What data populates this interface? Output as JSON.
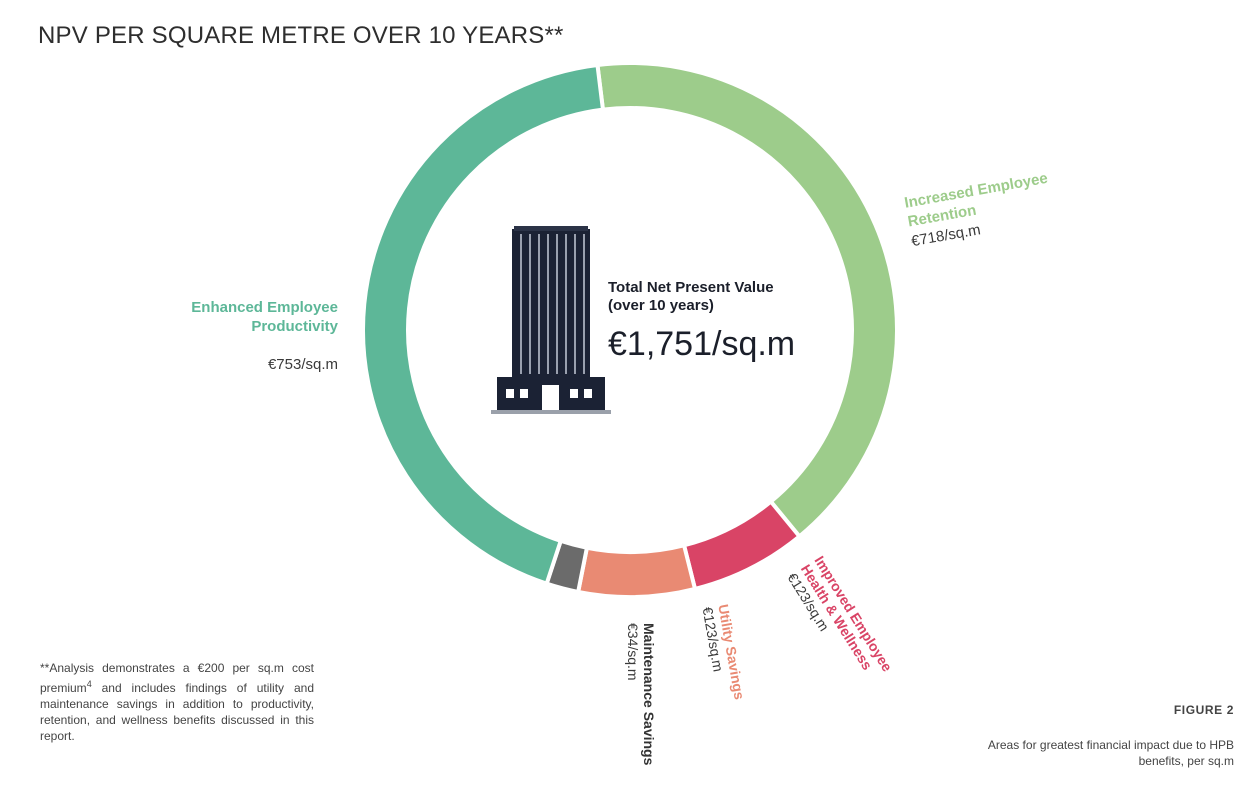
{
  "chart_data": {
    "type": "pie",
    "title": "NPV PER SQUARE METRE OVER 10 YEARS**",
    "unit": "€/sq.m",
    "slices": [
      {
        "name": "Increased Employee Retention",
        "value": 718,
        "label": "€718/sq.m",
        "color": "#9dcc8b"
      },
      {
        "name": "Improved Employee Health & Wellness",
        "value": 123,
        "label": "€123/sq.m",
        "color": "#d94466"
      },
      {
        "name": "Utility Savings",
        "value": 123,
        "label": "€123/sq.m",
        "color": "#e98a73"
      },
      {
        "name": "Maintenance Savings",
        "value": 34,
        "label": "€34/sq.m",
        "color": "#6b6b6b"
      },
      {
        "name": "Enhanced Employee Productivity",
        "value": 753,
        "label": "€753/sq.m",
        "color": "#5db798"
      }
    ],
    "center": {
      "title_line1": "Total Net Present Value",
      "title_line2": "(over 10 years)",
      "value": "€1,751",
      "unit": "/sq.m"
    }
  },
  "footnote": {
    "part1": "**Analysis demonstrates a €200 per sq.m cost premium",
    "sup": "4",
    "part2": " and includes findings of utility and maintenance savings in addition to productivity, retention, and wellness benefits discussed in this report."
  },
  "figure": {
    "tag": "FIGURE 2",
    "caption": "Areas for greatest financial impact due to HPB benefits, per sq.m"
  },
  "icons": {
    "center": "office-building-icon"
  },
  "labels": {
    "productivity_line1": "Enhanced Employee",
    "productivity_line2": "Productivity",
    "retention_line1": "Increased Employee",
    "retention_line2": "Retention",
    "health_line1": "Improved Employee",
    "health_line2": "Health & Wellness"
  }
}
